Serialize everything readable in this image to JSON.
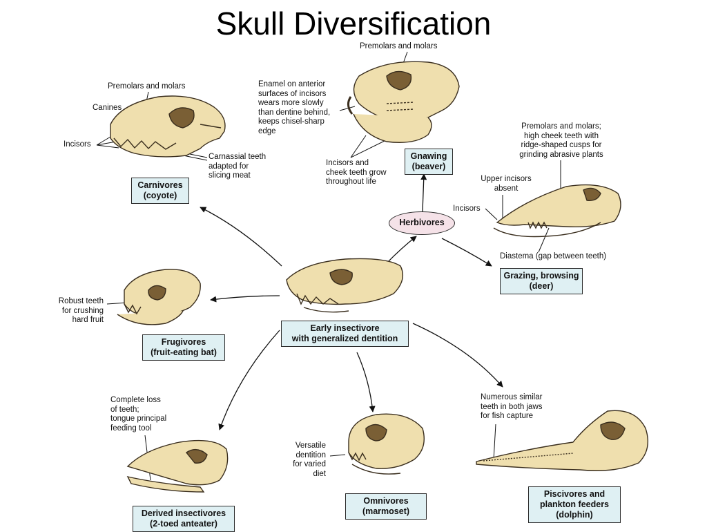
{
  "title": "Skull Diversification",
  "colors": {
    "bone": "#efdfae",
    "bone_shade": "#c9ab6b",
    "box_fill": "#dff0f3",
    "oval_fill": "#f5e2e8"
  },
  "center": {
    "box": [
      "Early insectivore",
      "with generalized dentition"
    ]
  },
  "herbivores_label": "Herbivores",
  "carnivores": {
    "box": [
      "Carnivores",
      "(coyote)"
    ],
    "premolars": "Premolars and molars",
    "canines": "Canines",
    "incisors": "Incisors",
    "carnassial": [
      "Carnassial teeth",
      "adapted for",
      "slicing meat"
    ]
  },
  "gnawing": {
    "box": [
      "Gnawing",
      "(beaver)"
    ],
    "premolars": "Premolars and molars",
    "enamel": [
      "Enamel on anterior",
      "surfaces of incisors",
      "wears more slowly",
      "than dentine behind,",
      "keeps chisel-sharp",
      "edge"
    ],
    "incisors_grow": [
      "Incisors and",
      "cheek teeth grow",
      "throughout life"
    ]
  },
  "grazing": {
    "box": [
      "Grazing, browsing",
      "(deer)"
    ],
    "premolars": [
      "Premolars and molars;",
      "high cheek teeth with",
      "ridge-shaped cusps for",
      "grinding abrasive plants"
    ],
    "upper_incisors": [
      "Upper incisors",
      "absent"
    ],
    "incisors": "Incisors",
    "diastema": "Diastema (gap between teeth)"
  },
  "frugivores": {
    "box": [
      "Frugivores",
      "(fruit-eating bat)"
    ],
    "robust": [
      "Robust teeth",
      "for crushing",
      "hard fruit"
    ]
  },
  "derived": {
    "box": [
      "Derived insectivores",
      "(2-toed anteater)"
    ],
    "loss": [
      "Complete loss",
      "of teeth;",
      "tongue principal",
      "feeding tool"
    ]
  },
  "omnivores": {
    "box": [
      "Omnivores",
      "(marmoset)"
    ],
    "versatile": [
      "Versatile",
      "dentition",
      "for varied",
      "diet"
    ]
  },
  "piscivores": {
    "box": [
      "Piscivores and",
      "plankton feeders",
      "(dolphin)"
    ],
    "numerous": [
      "Numerous similar",
      "teeth in both jaws",
      "for fish capture"
    ]
  }
}
